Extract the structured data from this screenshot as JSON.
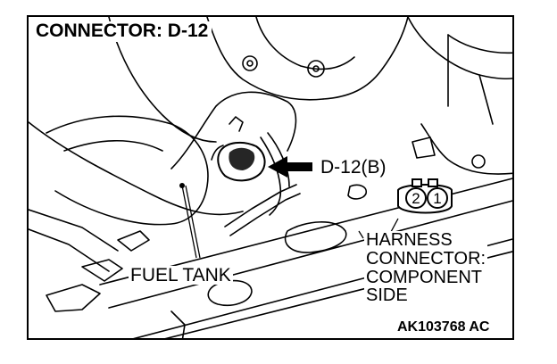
{
  "title": "CONNECTOR: D-12",
  "connector_callout": "D-12(B)",
  "fuel_tank_label": "FUEL TANK",
  "harness_label": [
    "HARNESS",
    "CONNECTOR:",
    "COMPONENT",
    "SIDE"
  ],
  "pins": [
    "2",
    "1"
  ],
  "figure_code": "AK103768 AC",
  "colors": {
    "line": "#000000",
    "background": "#ffffff"
  }
}
